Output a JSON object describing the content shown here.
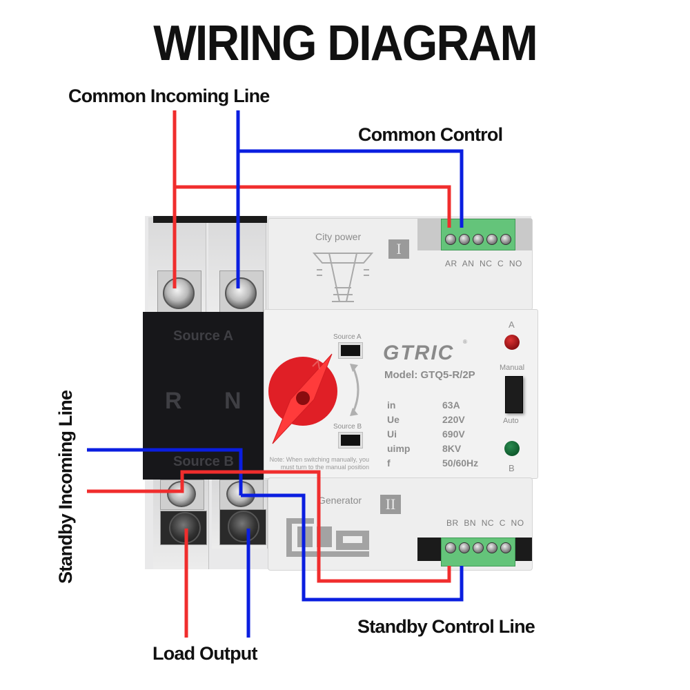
{
  "title": "WIRING DIAGRAM",
  "labels": {
    "common_incoming_line": "Common Incoming Line",
    "common_control": "Common Control",
    "standby_incoming_line": "Standby Incoming Line",
    "load_output": "Load Output",
    "standby_control_line": "Standby Control Line"
  },
  "device": {
    "brand": "GTRIC",
    "model": "Model: GTQ5-R/2P",
    "top_section": {
      "label": "City power",
      "roman": "I"
    },
    "bottom_section": {
      "label": "Generator",
      "roman": "II"
    },
    "cover": {
      "source_a": "Source A",
      "source_b": "Source B",
      "pole_r": "R",
      "pole_n": "N"
    },
    "window_source_a": "Source A",
    "window_source_b": "Source B",
    "note": [
      "Note: When switching manually, you",
      "must turn to the manual position"
    ],
    "specs": [
      {
        "key": "in",
        "value": "63A"
      },
      {
        "key": "Ue",
        "value": "220V"
      },
      {
        "key": "Ui",
        "value": "690V"
      },
      {
        "key": "uimp",
        "value": "8KV"
      },
      {
        "key": "f",
        "value": "50/60Hz"
      }
    ],
    "indicator_a": {
      "label": "A",
      "color": "#8b0f12"
    },
    "indicator_b": {
      "label": "B",
      "color": "#0f5a2c"
    },
    "mode_switch": {
      "top_label": "Manual",
      "bottom_label": "Auto"
    },
    "top_terminals": [
      "AR",
      "AN",
      "NC",
      "C",
      "NO"
    ],
    "bottom_terminals": [
      "BR",
      "BN",
      "NC",
      "C",
      "NO"
    ]
  },
  "colors": {
    "live_wire": "#f02d2d",
    "neutral_wire": "#0a1ee0",
    "knob": "#e8242a"
  }
}
